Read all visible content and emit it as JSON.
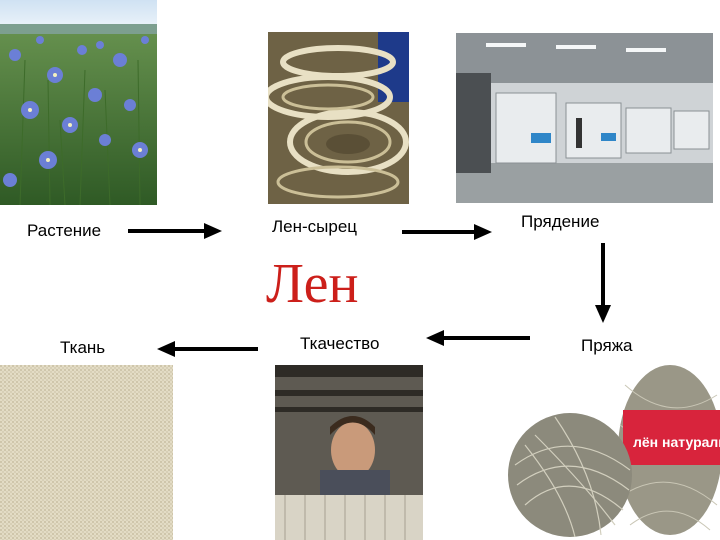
{
  "title": "Лен",
  "steps": [
    {
      "label": "Растение",
      "icon": "flax-plant-photo"
    },
    {
      "label": "Лен-сырец",
      "icon": "raw-flax-photo"
    },
    {
      "label": "Прядение",
      "icon": "spinning-mill-photo"
    },
    {
      "label": "Пряжа",
      "icon": "yarn-balls-photo"
    },
    {
      "label": "Ткачество",
      "icon": "weaving-loom-photo"
    },
    {
      "label": "Ткань",
      "icon": "linen-fabric-photo"
    }
  ],
  "yarn_brand": "лён натуральный",
  "colors": {
    "title": "#cc1f1a",
    "arrow": "#000000",
    "flower": "#6b7fd6"
  }
}
